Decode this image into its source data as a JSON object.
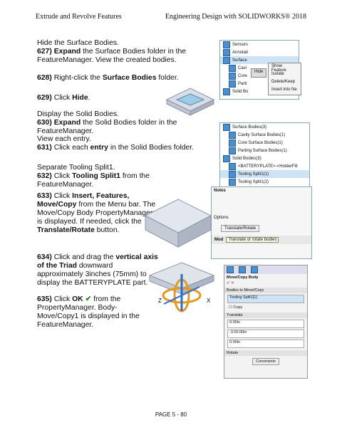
{
  "header": {
    "left": "Extrude and Revolve Features",
    "right": "Engineering Design with SOLIDWORKS® 2018"
  },
  "footer": {
    "page": "PAGE 5 - 80"
  },
  "sections": {
    "hide_title": "Hide the Surface Bodies.",
    "s627_num": "627)",
    "s627_a": "Expand",
    "s627_b": " the Surface Bodies folder in the FeatureManager. View the created bodies.",
    "s628_num": "628)",
    "s628_a": "Right-click the ",
    "s628_b": "Surface Bodies",
    "s628_c": " folder.",
    "s629_num": "629)",
    "s629_a": "Click ",
    "s629_b": "Hide",
    "s629_c": ".",
    "display_title": "Display the Solid Bodies.",
    "s630_num": "630)",
    "s630_a": "Expand",
    "s630_b": " the Solid Bodies folder in the FeatureManager.",
    "view_title": "View each entry.",
    "s631_num": "631)",
    "s631_a": "Click each ",
    "s631_b": "entry",
    "s631_c": " in the Solid Bodies folder.",
    "separate_title": "Separate Tooling Split1.",
    "s632_num": "632)",
    "s632_a": "Click ",
    "s632_b": "Tooling Split1",
    "s632_c": " from the FeatureManager.",
    "s633_num": "633)",
    "s633_a": "Click ",
    "s633_b": "Insert, Features, Move/Copy",
    "s633_c": " from the Menu bar. The Move/Copy Body PropertyManager is displayed. If needed, click the ",
    "s633_d": "Translate/Rotate",
    "s633_e": " button.",
    "s634_num": "634)",
    "s634_a": "Click and drag the ",
    "s634_b": "vertical axis of the Triad",
    "s634_c": " downward approximately 3inches (75mm) to display the BATTERYPLATE part.",
    "s635_num": "635)",
    "s635_a": "Click ",
    "s635_b": "OK",
    "s635_c": " from the PropertyManager. Body-Move/Copy1 is displayed in the FeatureManager."
  },
  "tree1": {
    "items": [
      "Sensors",
      "Annotati",
      "Surface",
      "Cavi",
      "Core",
      "Parti",
      "Solid Bo"
    ]
  },
  "menu1": {
    "items": [
      "Show Feature",
      "Isolate",
      "Delete/Keep",
      "Insert into Ne"
    ],
    "hide": "Hide"
  },
  "tree2": {
    "items": [
      "Surface Bodies(3)",
      "Cavity Surface Bodies(1)",
      "Core Surface Bodies(1)",
      "Parting Surface Bodies(1)",
      "Solid Bodies(3)",
      "<BATTERYPLATE>-<HolderFill",
      "Tooling Split1(1)",
      "Tooling Split1(2)"
    ]
  },
  "panel3": {
    "notes": "Notes",
    "options": "Options",
    "btn": "Translate/Rotate",
    "mod": "Mod",
    "tip": "Translate or rotate bodies"
  },
  "pm": {
    "title": "Move/Copy Body",
    "sec1": "Bodies to Move/Copy",
    "body": "Tooling Split1[1]",
    "copy": "Copy",
    "sec2": "Translate",
    "dx": "0.00in",
    "dy": "-3.00.00in",
    "dz": "0.00in",
    "sec3": "Rotate",
    "btn": "Constraints"
  },
  "triad": {
    "labels": [
      "Z",
      "X"
    ]
  }
}
